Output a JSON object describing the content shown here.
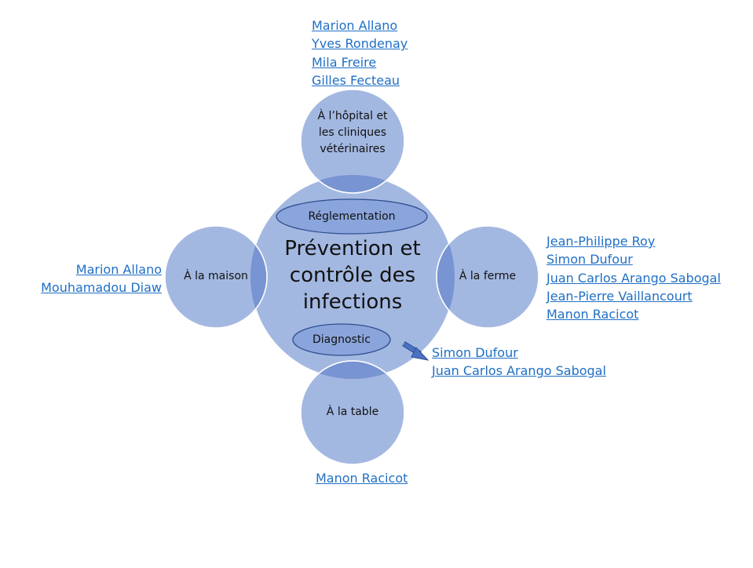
{
  "center": {
    "title": "Prévention et contrôle des infections"
  },
  "ellipses": {
    "top": "Réglementation",
    "bottom": "Diagnostic"
  },
  "nodes": {
    "top": "À l’hôpital et les cliniques vétérinaires",
    "left": "À la maison",
    "right": "À la ferme",
    "bottom": "À la table"
  },
  "people": {
    "top": [
      "Marion Allano",
      "Yves Rondenay",
      "Mila Freire",
      "Gilles Fecteau"
    ],
    "left": [
      "Marion Allano",
      "Mouhamadou Diaw"
    ],
    "right": [
      "Jean-Philippe Roy",
      "Simon Dufour",
      "Juan Carlos Arango Sabogal",
      "Jean-Pierre Vaillancourt",
      "Manon Racicot"
    ],
    "diagnostic": [
      "Simon Dufour",
      "Juan Carlos Arango Sabogal"
    ],
    "bottom": [
      "Manon Racicot"
    ]
  },
  "colors": {
    "fill": "#a3b8e1",
    "overlap": "#7894d2",
    "ellipse": "#8aa5dc",
    "stroke": "#2f4f8f",
    "link": "#1f6fc5"
  }
}
